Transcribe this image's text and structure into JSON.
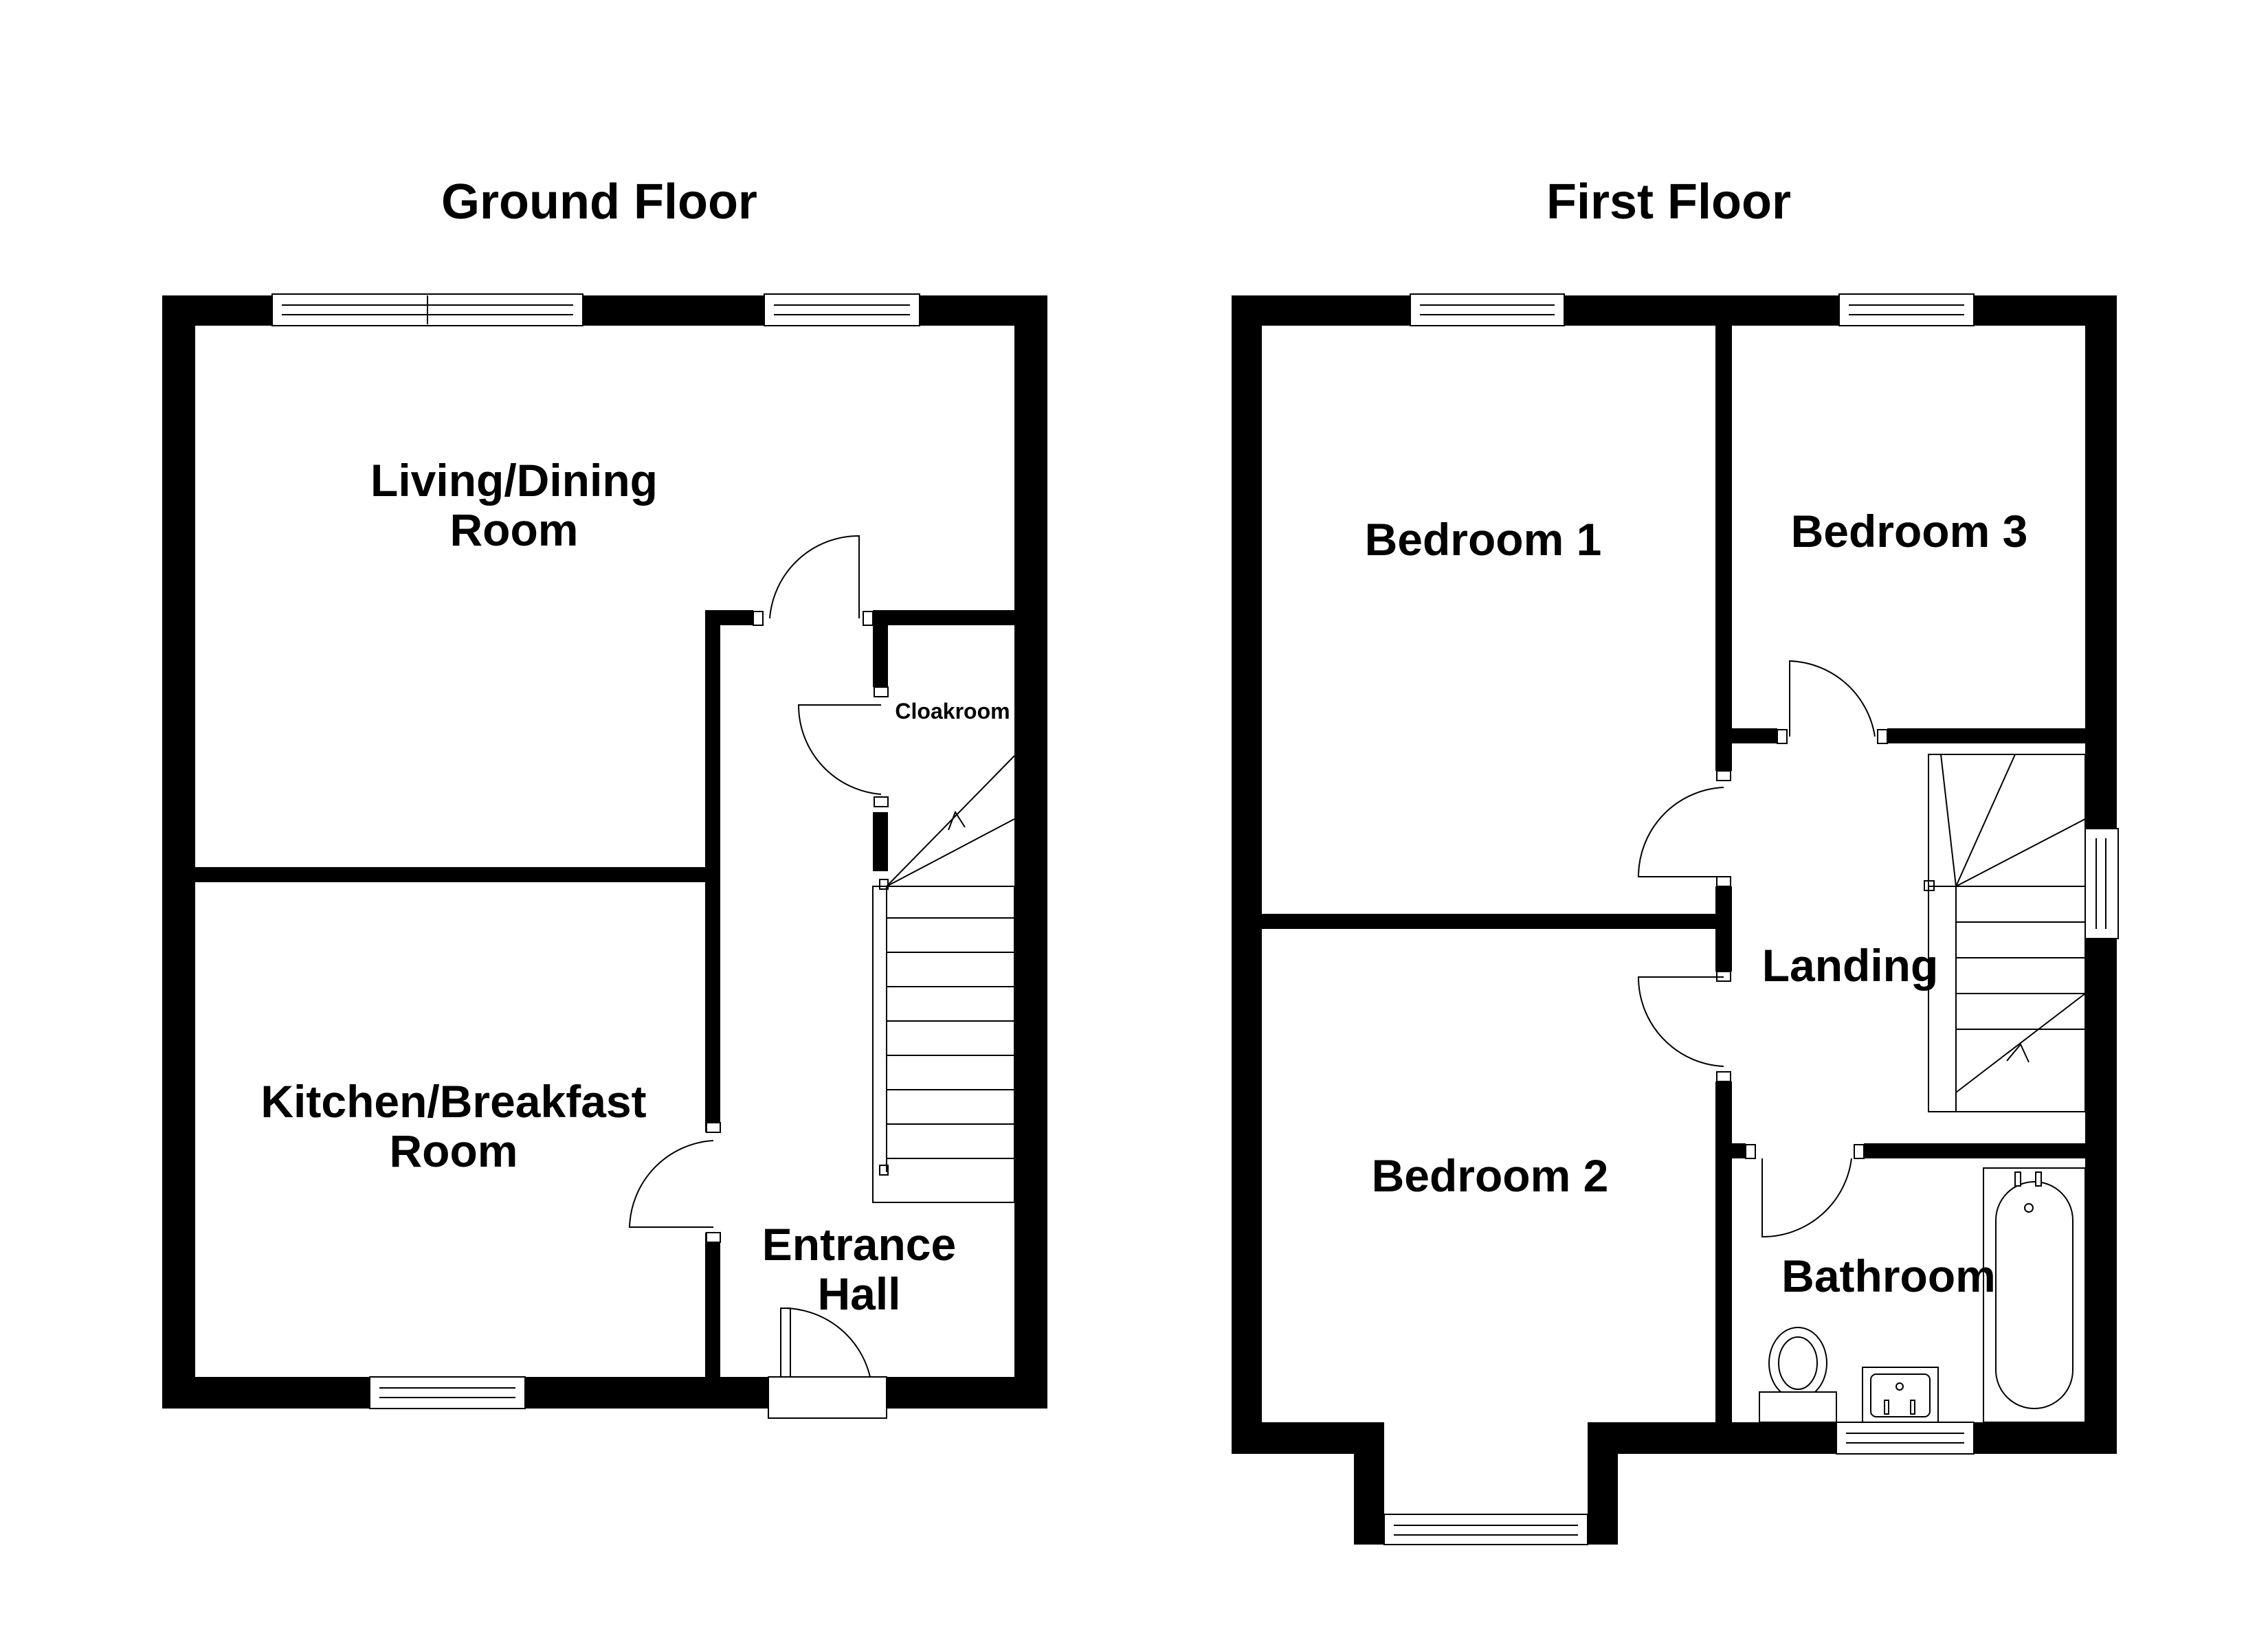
{
  "titles": {
    "ground": "Ground Floor",
    "first": "First Floor"
  },
  "ground_rooms": {
    "living_line1": "Living/Dining",
    "living_line2": "Room",
    "cloakroom": "Cloakroom",
    "kitchen_line1": "Kitchen/Breakfast",
    "kitchen_line2": "Room",
    "hall_line1": "Entrance",
    "hall_line2": "Hall"
  },
  "first_rooms": {
    "bedroom1": "Bedroom 1",
    "bedroom3": "Bedroom 3",
    "landing": "Landing",
    "bedroom2": "Bedroom 2",
    "bathroom": "Bathroom"
  },
  "colors": {
    "wall": "#000000",
    "background": "#ffffff"
  }
}
